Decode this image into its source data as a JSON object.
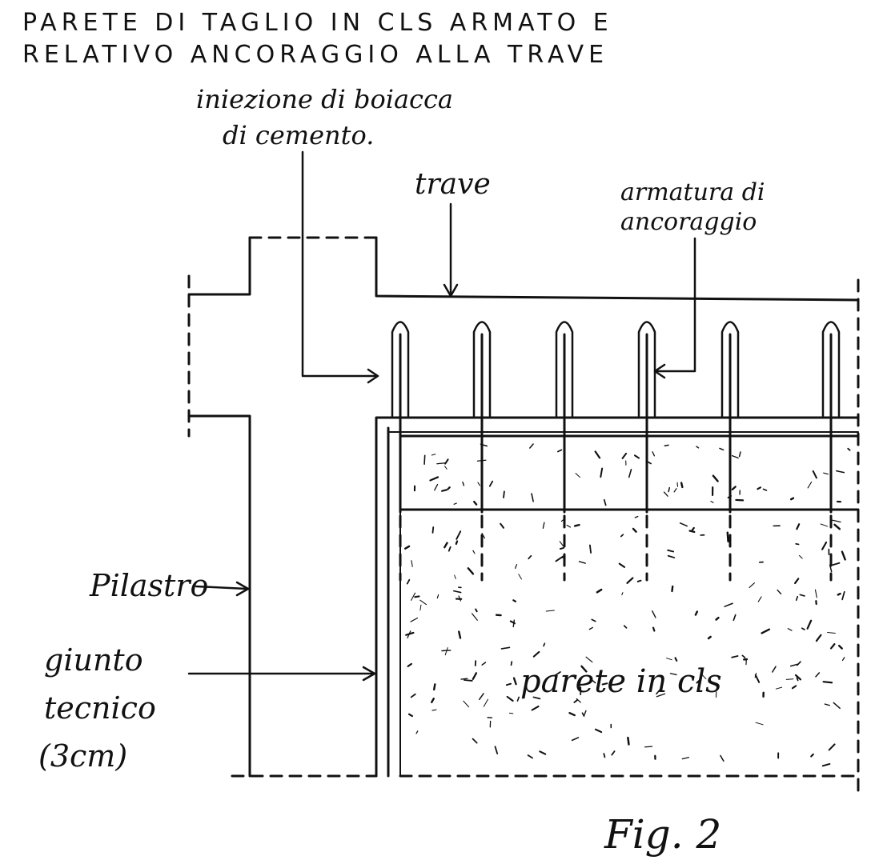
{
  "title": {
    "line1": "PARETE DI TAGLIO IN CLS ARMATO E",
    "line2": "RELATIVO ANCORAGGIO ALLA TRAVE"
  },
  "labels": {
    "injection_line1": "iniezione di boiacca",
    "injection_line2": "di cemento.",
    "beam": "trave",
    "anchor_line1": "armatura di",
    "anchor_line2": "ancoraggio",
    "pillar": "Pilastro",
    "joint_line1": "giunto",
    "joint_line2": "tecnico",
    "joint_line3": "(3cm)",
    "wall": "parete in cls",
    "figure": "Fig. 2"
  }
}
